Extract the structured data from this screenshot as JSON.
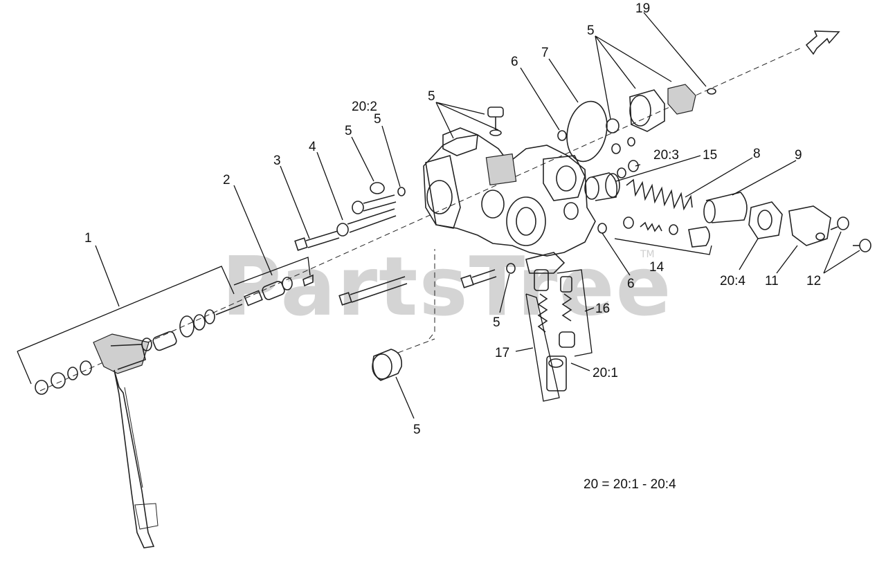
{
  "watermark": {
    "text": "PartsTree",
    "tm": "TM"
  },
  "legend": {
    "text": "20 = 20:1 - 20:4"
  },
  "callouts": {
    "c1": "1",
    "c2": "2",
    "c3": "3",
    "c4": "4",
    "c5_top_pump": "5",
    "c5_top_right": "5",
    "c5_caps": "5",
    "c5_under": "5",
    "c5_lower_mid": "5",
    "c5_bottom": "5",
    "c6_upper": "6",
    "c6_lower": "6",
    "c7": "7",
    "c8": "8",
    "c9": "9",
    "c11": "11",
    "c12": "12",
    "c14": "14",
    "c15": "15",
    "c16": "16",
    "c17": "17",
    "c19": "19",
    "c20_1": "20:1",
    "c20_2": "20:2",
    "c20_3": "20:3",
    "c20_4": "20:4"
  },
  "colors": {
    "line": "#222222",
    "watermark": "#d4d4d4",
    "background": "#ffffff"
  }
}
